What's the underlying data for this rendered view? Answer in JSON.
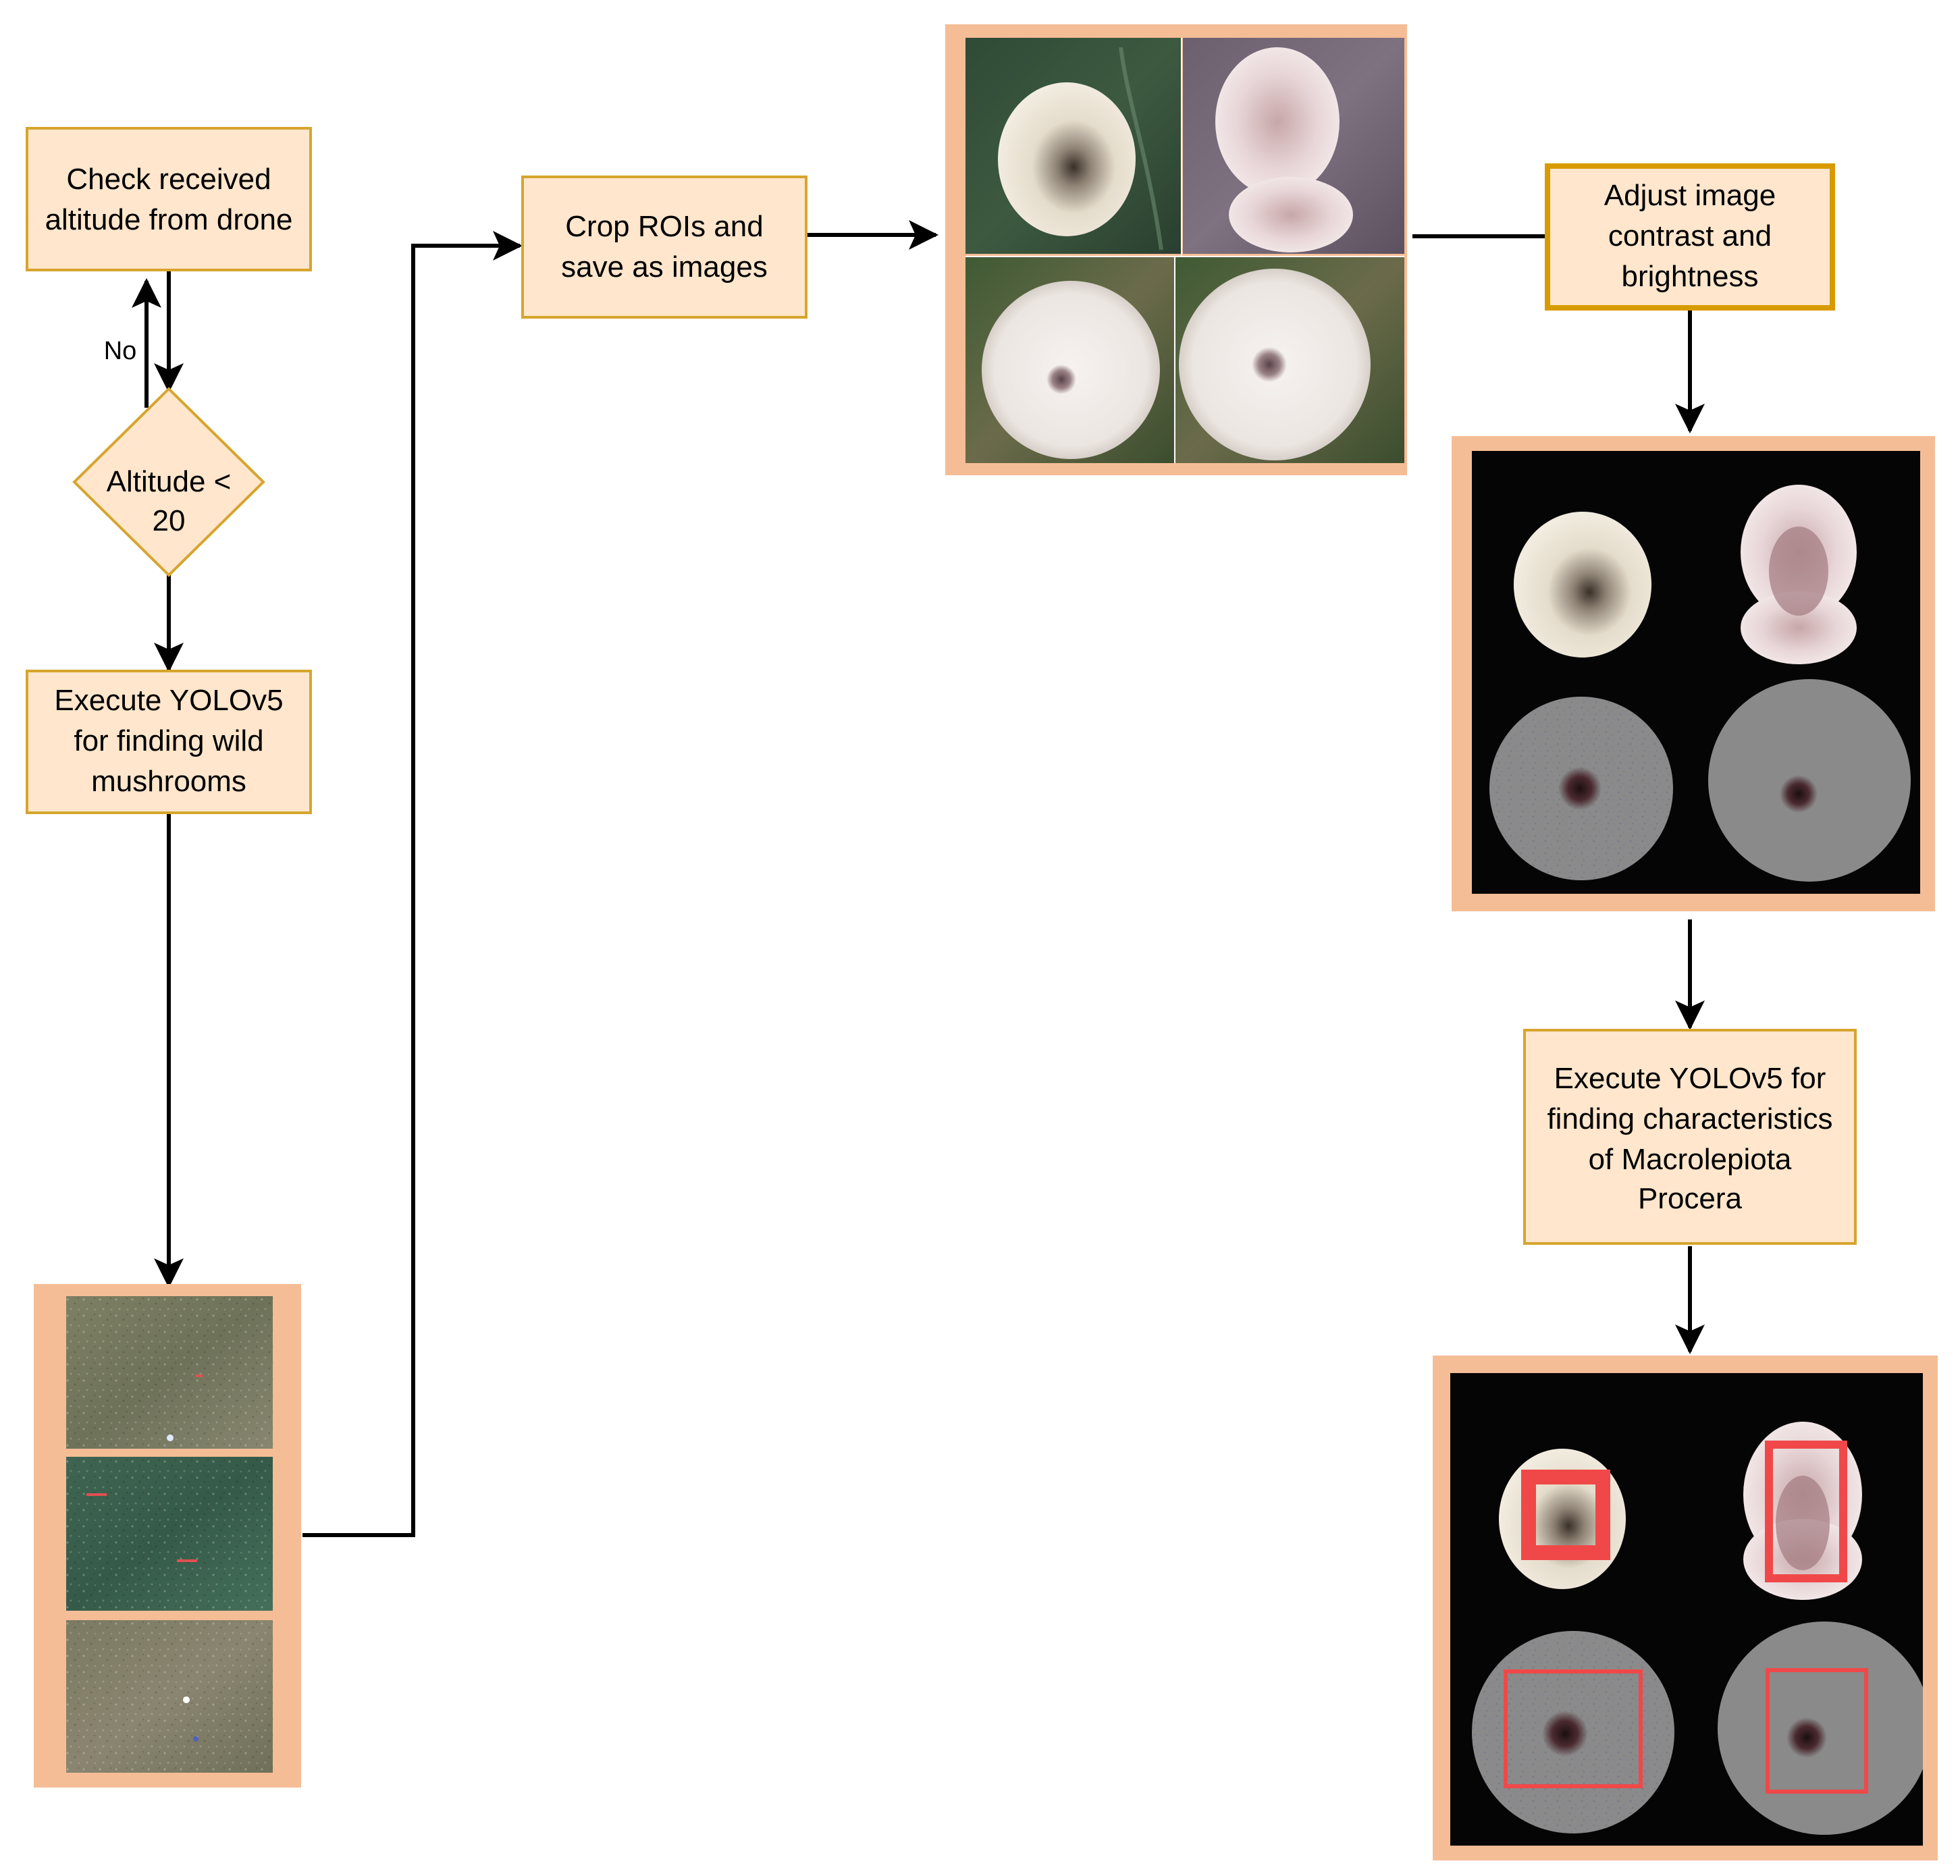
{
  "colors": {
    "node_fill": "#ffe6cc",
    "node_stroke": "#d6a52e",
    "emphasis_stroke": "#d79b00",
    "photo_frame": "#f5bd96",
    "arrow": "#000000",
    "detection_box": "#f04848"
  },
  "nodes": {
    "check_altitude": "Check received altitude from drone",
    "decision_altitude": "Altitude < 20",
    "yolo_wild": "Execute YOLOv5 for finding wild mushrooms",
    "crop_rois": "Crop ROIs and save as images",
    "adjust_image": "Adjust image contrast and brightness",
    "yolo_characteristics": "Execute YOLOv5 for finding characteristics of Macrolepiota Procera"
  },
  "node_lines": {
    "check_altitude": [
      "Check received",
      "altitude from drone"
    ],
    "decision_altitude": [
      "Altitude <",
      "20"
    ],
    "yolo_wild": [
      "Execute YOLOv5",
      "for finding wild",
      "mushrooms"
    ],
    "crop_rois": [
      "Crop ROIs and",
      "save as images"
    ],
    "adjust_image": [
      "Adjust image",
      "contrast and",
      "brightness"
    ],
    "yolo_characteristics": [
      "Execute YOLOv5 for",
      "finding characteristics",
      "of Macrolepiota",
      "Procera"
    ]
  },
  "edge_labels": {
    "decision_no": "No"
  },
  "images": {
    "drone_frames": {
      "icon": "aerial-grass-photos",
      "count": 3
    },
    "cropped_rois": {
      "icon": "mushroom-crops",
      "count": 4
    },
    "enhanced_rois": {
      "icon": "enhanced-mushroom-crops",
      "count": 4
    },
    "detected_rois": {
      "icon": "detected-mushroom-crops",
      "count": 4
    }
  }
}
